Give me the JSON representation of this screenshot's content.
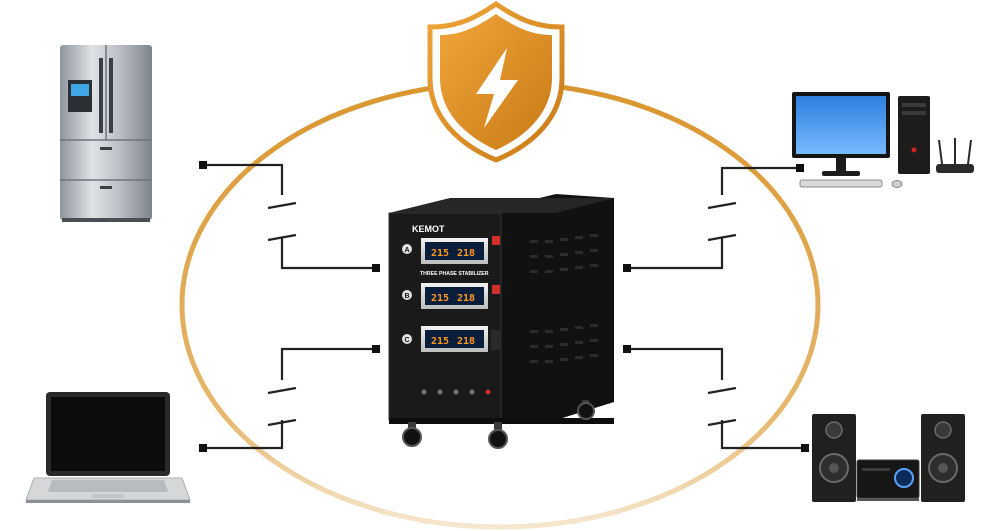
{
  "brand": "KEMOT",
  "panel": {
    "title": "THREE PHASE STABILIZER",
    "phases": [
      {
        "letter": "A",
        "left_reading": "215",
        "right_reading": "218"
      },
      {
        "letter": "B",
        "left_reading": "215",
        "right_reading": "218"
      },
      {
        "letter": "C",
        "left_reading": "215",
        "right_reading": "218"
      }
    ]
  },
  "colors": {
    "accent_gold": "#D9952E",
    "cabinet": "#1a1a1a",
    "wire": "#222222",
    "display_bg": "#0a1e3c",
    "display_digits": "#ff9a1f"
  },
  "icons": {
    "shield": "shield-lightning-icon",
    "devices": [
      "refrigerator-icon",
      "laptop-icon",
      "desktop-computer-icon",
      "stereo-system-icon"
    ]
  }
}
